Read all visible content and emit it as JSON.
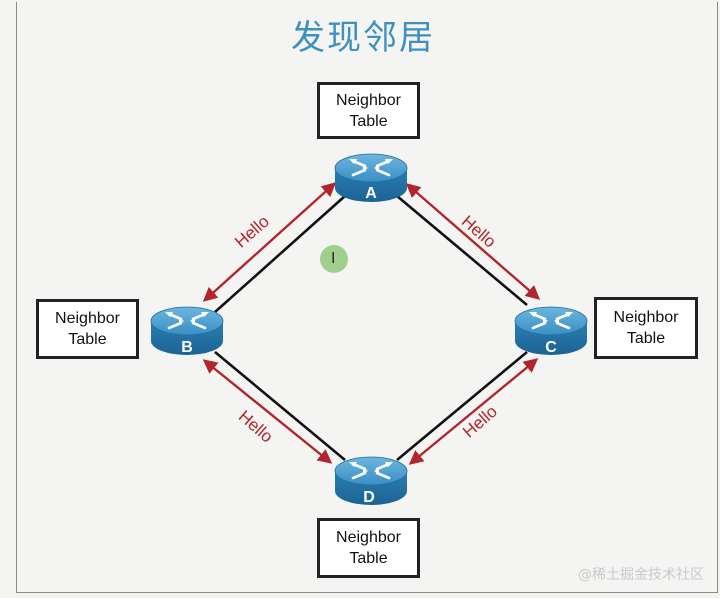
{
  "title": "发现邻居",
  "tables": [
    {
      "id": "A",
      "line1": "Neighbor",
      "line2": "Table"
    },
    {
      "id": "B",
      "line1": "Neighbor",
      "line2": "Table"
    },
    {
      "id": "C",
      "line1": "Neighbor",
      "line2": "Table"
    },
    {
      "id": "D",
      "line1": "Neighbor",
      "line2": "Table"
    }
  ],
  "routers": [
    "A",
    "B",
    "C",
    "D"
  ],
  "hello_labels": [
    "Hello",
    "Hello",
    "Hello",
    "Hello"
  ],
  "colors": {
    "title": "#3f8fbf",
    "arrow": "#b0262c",
    "router": "#2f86b8",
    "link": "#111111"
  },
  "watermark": "@稀土掘金技术社区"
}
